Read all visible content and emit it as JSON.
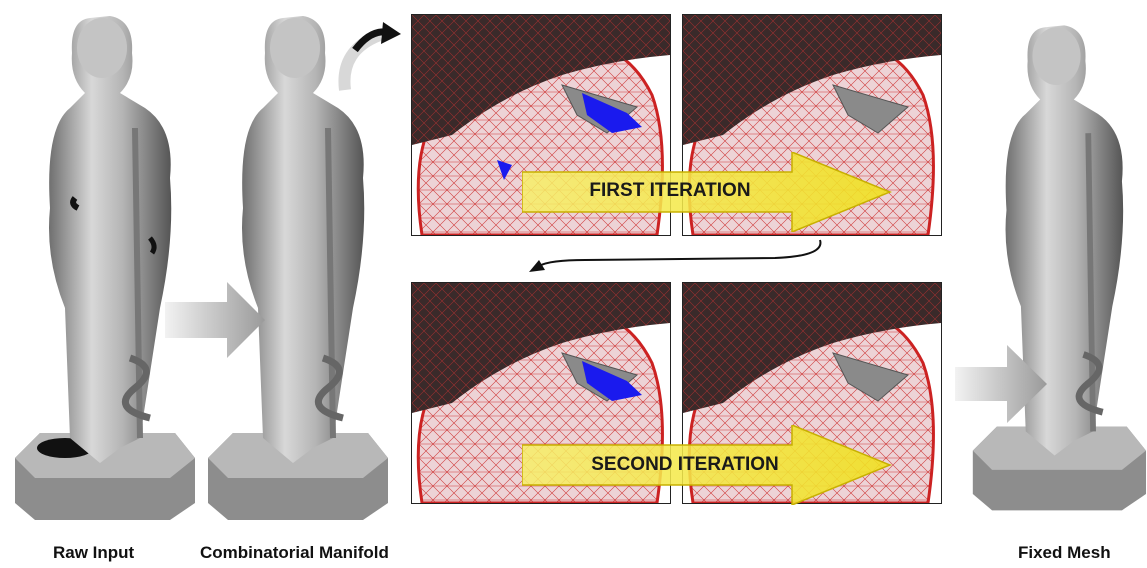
{
  "figure": {
    "stages": [
      {
        "caption": "Raw Input",
        "statue_state": "raw mesh with holes and defects"
      },
      {
        "caption": "Combinatorial Manifold",
        "statue_state": "manifold mesh"
      },
      {
        "caption": "Fixed Mesh",
        "statue_state": "repaired mesh"
      }
    ],
    "iterations": [
      {
        "label": "FIRST ITERATION"
      },
      {
        "label": "SECOND ITERATION"
      }
    ],
    "colors": {
      "mesh_fill": "#e7c9cc",
      "mesh_edge": "#cc2222",
      "defect_highlight": "#1a1aee",
      "iteration_arrow": "#f0e840",
      "stage_arrow": "#b8b8b8",
      "statue": "#a9a9a9"
    }
  }
}
